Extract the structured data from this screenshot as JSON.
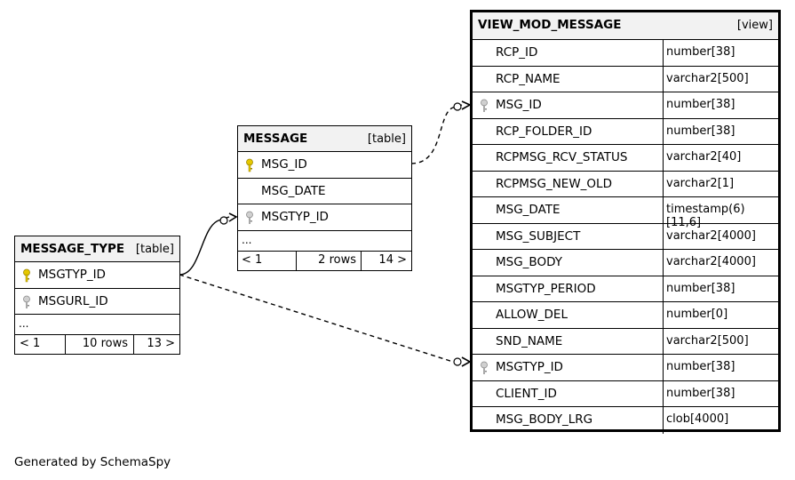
{
  "tables": {
    "message_type": {
      "name": "MESSAGE_TYPE",
      "kind": "[table]",
      "columns": [
        {
          "name": "MSGTYP_ID",
          "key": "primary-key-icon"
        },
        {
          "name": "MSGURL_ID",
          "key": "foreign-key-icon"
        }
      ],
      "ellipsis": "...",
      "pager": {
        "prev": "< 1",
        "rows": "10 rows",
        "next": "13 >"
      }
    },
    "message": {
      "name": "MESSAGE",
      "kind": "[table]",
      "columns": [
        {
          "name": "MSG_ID",
          "key": "primary-key-icon"
        },
        {
          "name": "MSG_DATE",
          "key": ""
        },
        {
          "name": "MSGTYP_ID",
          "key": "foreign-key-icon"
        }
      ],
      "ellipsis": "...",
      "pager": {
        "prev": "< 1",
        "rows": "2 rows",
        "next": "14 >"
      }
    },
    "view_mod_message": {
      "name": "VIEW_MOD_MESSAGE",
      "kind": "[view]",
      "columns": [
        {
          "name": "RCP_ID",
          "type": "number[38]",
          "key": ""
        },
        {
          "name": "RCP_NAME",
          "type": "varchar2[500]",
          "key": ""
        },
        {
          "name": "MSG_ID",
          "type": "number[38]",
          "key": "foreign-key-icon"
        },
        {
          "name": "RCP_FOLDER_ID",
          "type": "number[38]",
          "key": ""
        },
        {
          "name": "RCPMSG_RCV_STATUS",
          "type": "varchar2[40]",
          "key": ""
        },
        {
          "name": "RCPMSG_NEW_OLD",
          "type": "varchar2[1]",
          "key": ""
        },
        {
          "name": "MSG_DATE",
          "type": "timestamp(6)[11,6]",
          "key": ""
        },
        {
          "name": "MSG_SUBJECT",
          "type": "varchar2[4000]",
          "key": ""
        },
        {
          "name": "MSG_BODY",
          "type": "varchar2[4000]",
          "key": ""
        },
        {
          "name": "MSGTYP_PERIOD",
          "type": "number[38]",
          "key": ""
        },
        {
          "name": "ALLOW_DEL",
          "type": "number[0]",
          "key": ""
        },
        {
          "name": "SND_NAME",
          "type": "varchar2[500]",
          "key": ""
        },
        {
          "name": "MSGTYP_ID",
          "type": "number[38]",
          "key": "foreign-key-icon"
        },
        {
          "name": "CLIENT_ID",
          "type": "number[38]",
          "key": ""
        },
        {
          "name": "MSG_BODY_LRG",
          "type": "clob[4000]",
          "key": ""
        }
      ]
    }
  },
  "colors": {
    "primary_key": "#e6c800",
    "foreign_key": "#a8a8a8",
    "header_bg": "#f2f2f2"
  },
  "footer": {
    "credit": "Generated by SchemaSpy"
  }
}
